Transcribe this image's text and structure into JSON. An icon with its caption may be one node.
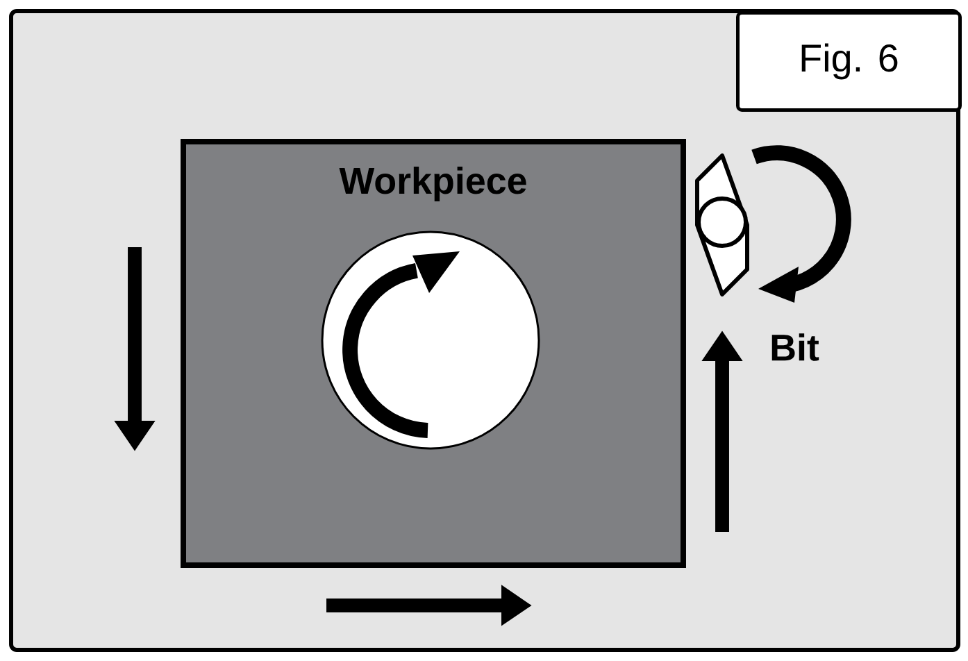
{
  "diagram": {
    "title": "Fig. 6",
    "nodes": [
      {
        "text": [
          "Workpiece"
        ]
      }
    ],
    "labels": [
      "Bit"
    ]
  }
}
